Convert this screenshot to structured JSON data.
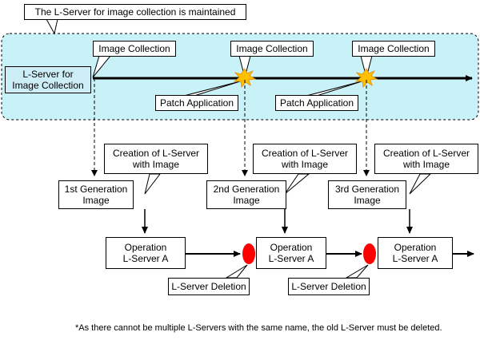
{
  "header_callout": "The L-Server for image collection is maintained",
  "source_lserver": [
    "L-Server for",
    "Image Collection"
  ],
  "image_collection_label": "Image Collection",
  "patch_application_label": "Patch Application",
  "creation_label": [
    "Creation of L-Server",
    "with Image"
  ],
  "generations": [
    [
      "1st Generation",
      "Image"
    ],
    [
      "2nd Generation",
      "Image"
    ],
    [
      "3rd Generation",
      "Image"
    ]
  ],
  "operation_lserver": [
    "Operation",
    "L-Server A"
  ],
  "deletion_label": "L-Server Deletion",
  "footnote": "*As there cannot be multiple L-Servers with the same name, the old L-Server must be deleted."
}
